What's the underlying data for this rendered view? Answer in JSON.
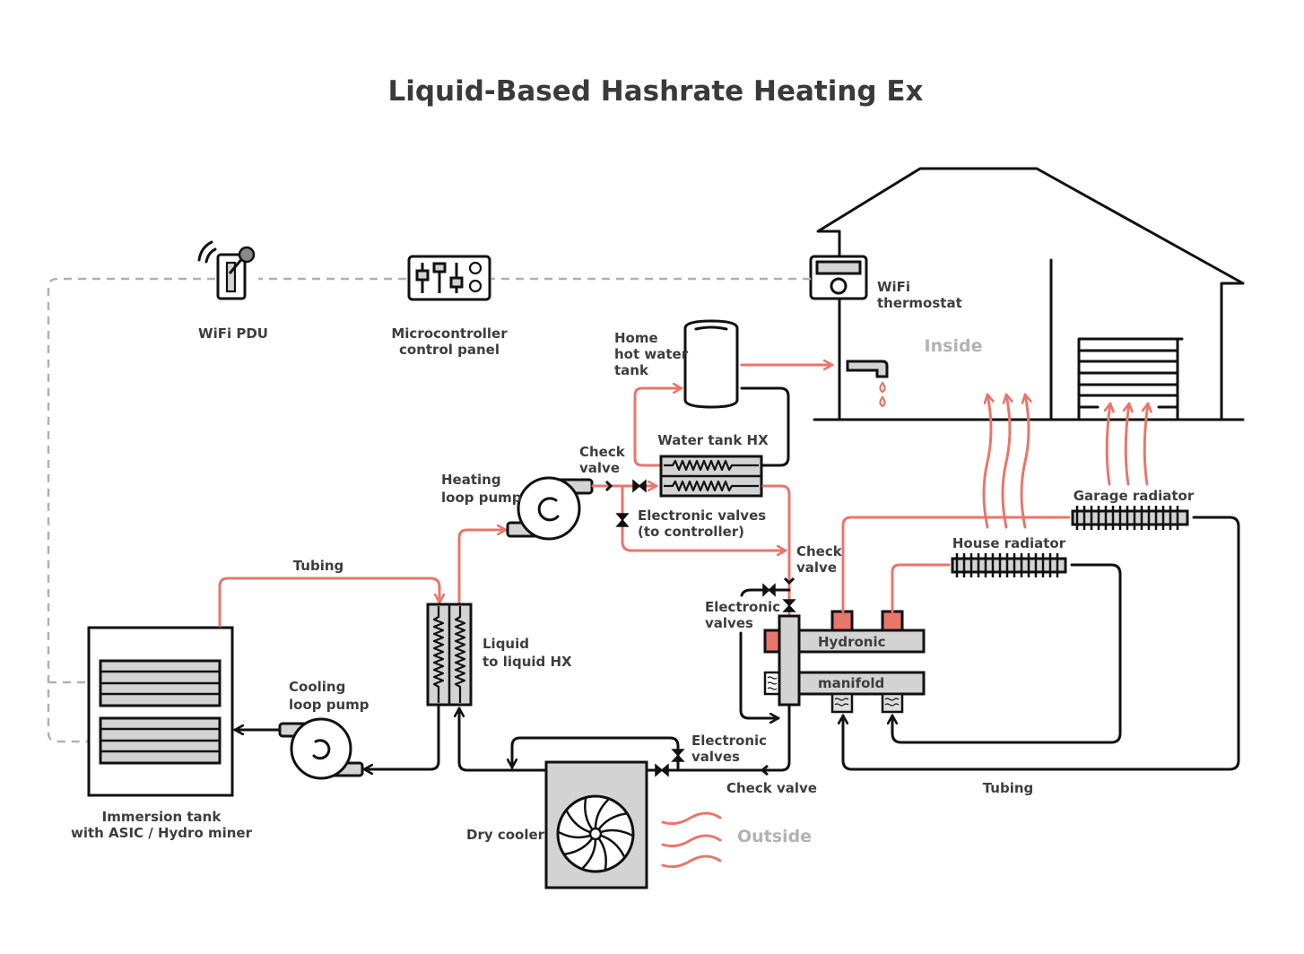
{
  "title": "Liquid-Based Hashrate Heating Ex",
  "zones": {
    "inside": "Inside",
    "outside": "Outside"
  },
  "colors": {
    "hot_line": "#e8766b",
    "cold_line": "#111111",
    "control_line": "#b0b0b0",
    "component_fill": "#d3d3d3",
    "zone_text": "#b3b3b3"
  },
  "components": {
    "wifi_pdu": {
      "label": "WiFi PDU",
      "icon": "power-switch-icon"
    },
    "control_panel": {
      "label_line1": "Microcontroller",
      "label_line2": "control panel",
      "icon": "sliders-icon"
    },
    "thermostat": {
      "label_line1": "WiFi",
      "label_line2": "thermostat",
      "icon": "thermostat-icon"
    },
    "hot_water_tank": {
      "label_line1": "Home",
      "label_line2": "hot water",
      "label_line3": "tank"
    },
    "water_tank_hx": {
      "label": "Water tank HX"
    },
    "heating_pump": {
      "label_line1": "Heating",
      "label_line2": "loop pump"
    },
    "check_valve_top": {
      "label_line1": "Check",
      "label_line2": "valve"
    },
    "electronic_valves_controller": {
      "label_line1": "Electronic valves",
      "label_line2": "(to controller)"
    },
    "check_valve_manifold": {
      "label_line1": "Check",
      "label_line2": "valve"
    },
    "electronic_valves_manifold": {
      "label_line1": "Electronic",
      "label_line2": "valves"
    },
    "manifold": {
      "label_line1": "Hydronic",
      "label_line2": "manifold"
    },
    "house_radiator": {
      "label": "House radiator"
    },
    "garage_radiator": {
      "label": "Garage radiator"
    },
    "tubing_top": {
      "label": "Tubing"
    },
    "tubing_bottom": {
      "label": "Tubing"
    },
    "liquid_hx": {
      "label_line1": "Liquid",
      "label_line2": "to liquid HX"
    },
    "cooling_pump": {
      "label_line1": "Cooling",
      "label_line2": "loop pump"
    },
    "immersion_tank": {
      "label_line1": "Immersion tank",
      "label_line2": "with ASIC / Hydro miner"
    },
    "electronic_valves_cooler": {
      "label_line1": "Electronic",
      "label_line2": "valves"
    },
    "check_valve_cooler": {
      "label": "Check valve"
    },
    "dry_cooler": {
      "label": "Dry cooler",
      "icon": "fan-icon"
    }
  }
}
